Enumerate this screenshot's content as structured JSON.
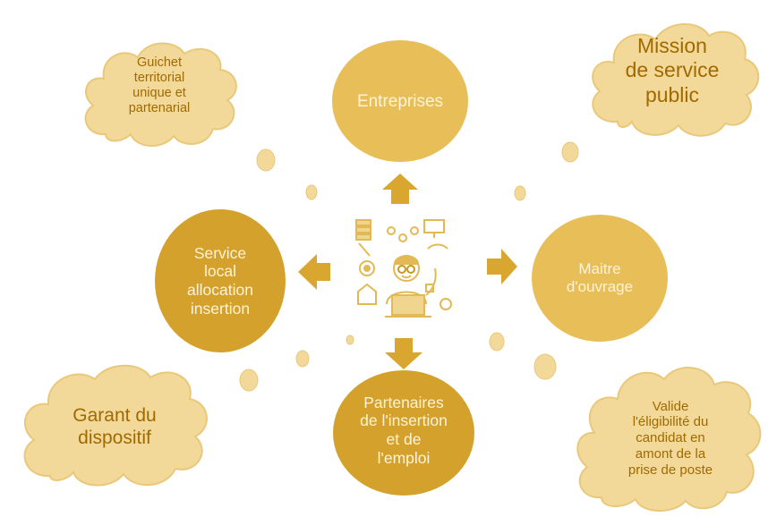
{
  "colors": {
    "circle_light": "#E8BE59",
    "circle_dark": "#D4A12C",
    "cloud_fill": "#F2D99A",
    "cloud_stroke": "#E9C87A",
    "arrow": "#D9A62F",
    "cloud_text": "#A06A00",
    "circle_text": "#FFF3D6"
  },
  "center_icon": "person-at-laptop-with-tech-icons",
  "nodes": {
    "top": [
      "Entreprises"
    ],
    "right": [
      "Maitre",
      "d'ouvrage"
    ],
    "bottom": [
      "Partenaires",
      "de l'insertion",
      "et de",
      "l'emploi"
    ],
    "left": [
      "Service",
      "local",
      "allocation",
      "insertion"
    ]
  },
  "clouds": {
    "top_left": [
      "Guichet",
      "territorial",
      "unique et",
      "partenarial"
    ],
    "top_right": [
      "Mission",
      "de service",
      "public"
    ],
    "bottom_left": [
      "Garant du",
      "dispositif"
    ],
    "bottom_right": [
      "Valide",
      "l'éligibilité du",
      "candidat en",
      "amont de la",
      "prise de poste"
    ]
  }
}
